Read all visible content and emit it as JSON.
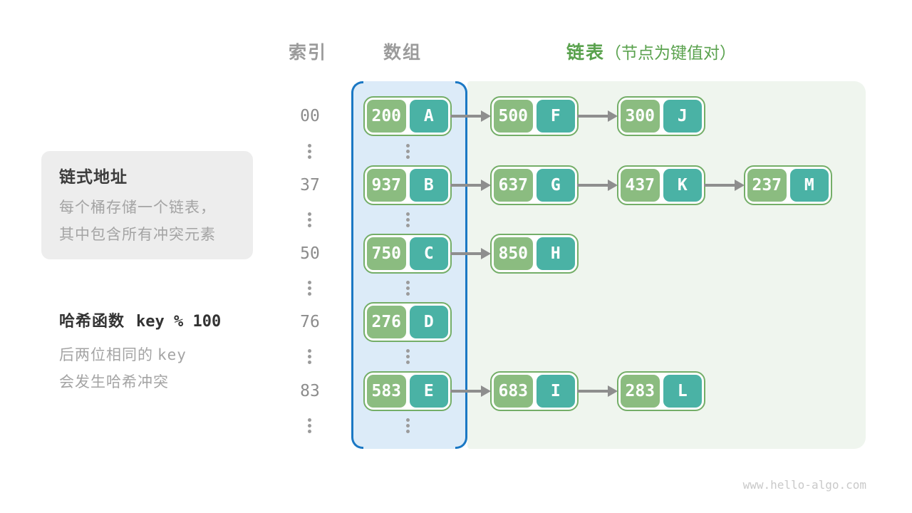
{
  "headers": {
    "index": "索引",
    "array": "数组",
    "list": "链表",
    "list_note": "（节点为键值对）"
  },
  "callout": {
    "title": "链式地址",
    "line1": "每个桶存储一个链表，",
    "line2": "其中包含所有冲突元素"
  },
  "hash_note": {
    "title": "哈希函数",
    "formula": "key % 100",
    "line1_prefix": "后两位相同的",
    "line1_code": "key",
    "line2": "会发生哈希冲突"
  },
  "diagram": {
    "rows": [
      {
        "index": "00",
        "bucket": {
          "key": "200",
          "value": "A"
        },
        "chain": [
          {
            "key": "500",
            "value": "F"
          },
          {
            "key": "300",
            "value": "J"
          }
        ]
      },
      {
        "index": "37",
        "bucket": {
          "key": "937",
          "value": "B"
        },
        "chain": [
          {
            "key": "637",
            "value": "G"
          },
          {
            "key": "437",
            "value": "K"
          },
          {
            "key": "237",
            "value": "M"
          }
        ]
      },
      {
        "index": "50",
        "bucket": {
          "key": "750",
          "value": "C"
        },
        "chain": [
          {
            "key": "850",
            "value": "H"
          }
        ]
      },
      {
        "index": "76",
        "bucket": {
          "key": "276",
          "value": "D"
        },
        "chain": []
      },
      {
        "index": "83",
        "bucket": {
          "key": "583",
          "value": "E"
        },
        "chain": [
          {
            "key": "683",
            "value": "I"
          },
          {
            "key": "283",
            "value": "L"
          }
        ]
      }
    ]
  },
  "colors": {
    "blue": "#1b78c4",
    "array-bg": "#dcebf8",
    "green-bg": "#eff5ee",
    "node-border": "#74ae68",
    "key-bg": "#8bbc80",
    "val-bg": "#4ab2a5",
    "accent-green": "#5aa24e",
    "header-gray": "#9b9b9b",
    "gray": "#8e8e8e"
  },
  "watermark": "www.hello-algo.com"
}
